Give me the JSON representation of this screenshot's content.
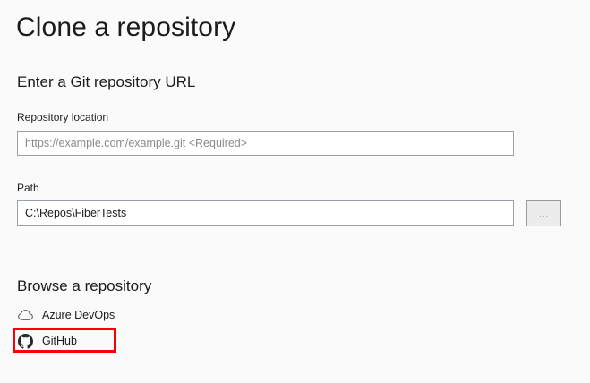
{
  "dialog": {
    "title": "Clone a repository"
  },
  "url_section": {
    "heading": "Enter a Git repository URL",
    "fields": {
      "repository_location": {
        "label": "Repository location",
        "value": "",
        "placeholder": "https://example.com/example.git <Required>"
      },
      "path": {
        "label": "Path",
        "value": "C:\\Repos\\FiberTests",
        "placeholder": ""
      }
    },
    "browse_button_label": "..."
  },
  "browse_section": {
    "heading": "Browse a repository",
    "providers": [
      {
        "label": "Azure DevOps",
        "icon": "cloud-icon",
        "highlighted": false
      },
      {
        "label": "GitHub",
        "icon": "github-icon",
        "highlighted": true
      }
    ]
  },
  "annotation": {
    "color": "#fa0000",
    "target": "GitHub"
  },
  "colors": {
    "background": "#fafafa",
    "input_background": "#ffffff",
    "input_border": "#9aa0a8",
    "text": "#1b1b1b",
    "placeholder_text": "#8a8a8a",
    "button_background": "#ececed",
    "annotation_red": "#fa0000"
  }
}
